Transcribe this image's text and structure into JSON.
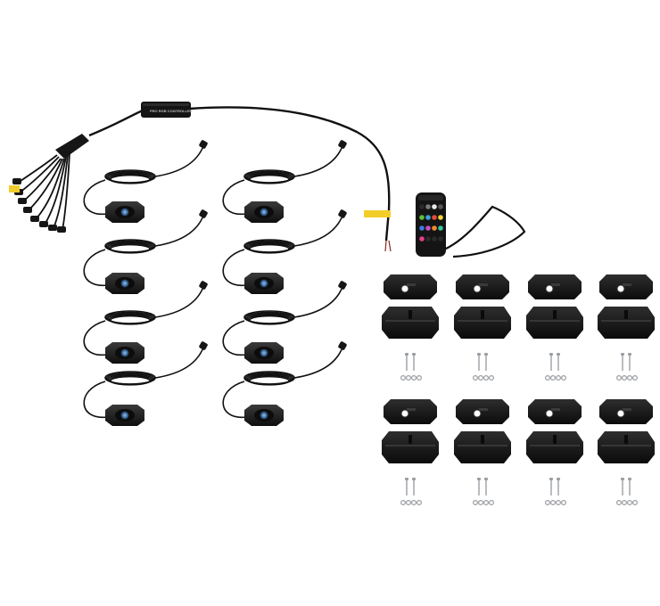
{
  "controller": {
    "label": "PRO RGB CONTROLLER"
  },
  "colors": {
    "background": "#ffffff",
    "product_black": "#161616",
    "wire": "#111111",
    "tape_yellow": "#f3cd2a",
    "screw_silver": "#b9bcc0",
    "led_blue": "#3d6fa6"
  },
  "kit": {
    "rock_light_pods": 8,
    "mount_sets": 8,
    "remote_button_colors": [
      "#2a2a2a",
      "#7a7a7a",
      "#e8e8e8",
      "#555555",
      "#5cbf3a",
      "#40a1d8",
      "#e84b3c",
      "#f0d43a",
      "#3a7be0",
      "#c84fc0",
      "#f08a2a",
      "#37c49a",
      "#e83c8c",
      "#2a2a2a",
      "#2a2a2a",
      "#2a2a2a"
    ]
  }
}
